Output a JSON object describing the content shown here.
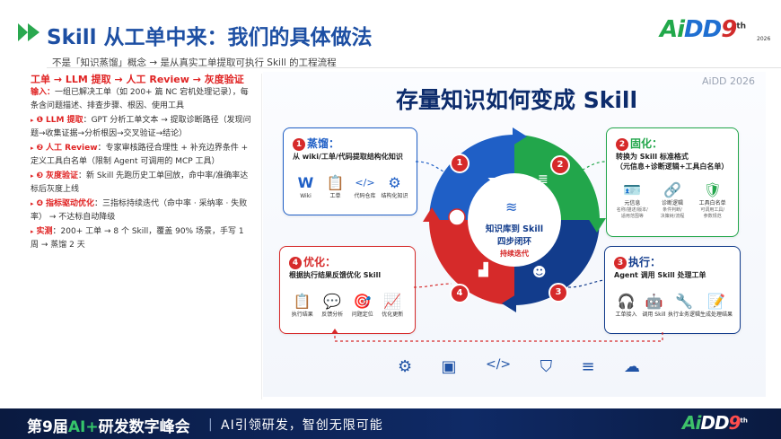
{
  "header": {
    "title": "Skill 从工单中来：我们的具体做法",
    "subtitle": "不是「知识蒸馏」概念 → 是从真实工单提取可执行 Skill 的工程流程",
    "logo_ai": "Ai",
    "logo_dd": "DD",
    "logo_nine": "9",
    "logo_th": "th",
    "logo_year": "2026",
    "accent_color": "#1d4fa3"
  },
  "left": {
    "heading": "工单 → LLM 提取 → 人工 Review → 灰度验证",
    "input_label": "输入：",
    "input_text": "一组已解决工单（如 200+ 篇 NC 宕机处理记录），每条含问题描述、排查步骤、根因、使用工具",
    "steps": [
      {
        "num": "❶",
        "label": "LLM 提取",
        "text": "：GPT 分析工单文本 → 提取诊断路径（发现问题→收集证据→分析根因→交叉验证→结论）"
      },
      {
        "num": "❷",
        "label": "人工 Review",
        "text": "：专家审核路径合理性 + 补充边界条件 + 定义工具白名单（限制 Agent 可调用的 MCP 工具）"
      },
      {
        "num": "❸",
        "label": "灰度验证",
        "text": "：新 Skill 先跑历史工单回放，命中率/准确率达标后灰度上线"
      },
      {
        "num": "❹",
        "label": "指标驱动优化",
        "text": "：三指标持续迭代（命中率 · 采纳率 · 失败率） → 不达标自动降级"
      }
    ],
    "result_label": "实测",
    "result_text": "：200+ 工单 → 8 个 Skill，覆盖 90% 场景，手写 1 周 → 蒸馏 2 天"
  },
  "figure": {
    "title": "存量知识如何变成 Skill",
    "tag": "AiDD 2026",
    "center": {
      "line1": "知识库到 Skill",
      "line2": "四步闭环",
      "line3": "持续迭代"
    },
    "ring_numbers": [
      "1",
      "2",
      "3",
      "4"
    ],
    "colors": {
      "blue": "#1f5fc6",
      "green": "#22a64b",
      "navy": "#123c8c",
      "red": "#d62a2a"
    },
    "cards": [
      {
        "num": "1",
        "title": "蒸馏：",
        "desc": "从 wiki/工单/代码提取结构化知识",
        "icons": [
          {
            "sym": "W",
            "label": "Wiki"
          },
          {
            "sym": "📋",
            "label": "工单"
          },
          {
            "sym": "</>",
            "label": "代码仓库"
          },
          {
            "sym": "⚙",
            "label": "结构化知识"
          }
        ]
      },
      {
        "num": "2",
        "title": "固化：",
        "desc": "转换为 Skill 标准格式",
        "desc2": "（元信息+诊断逻辑+工具白名单）",
        "icons": [
          {
            "sym": "🪪",
            "label": "元信息",
            "sub1": "名称/描述/版本/",
            "sub2": "适用范围等"
          },
          {
            "sym": "🔗",
            "label": "诊断逻辑",
            "sub1": "条件判断/",
            "sub2": "决策树/流程"
          },
          {
            "sym": "🛡",
            "label": "工具白名单",
            "sub1": "可调用工具/",
            "sub2": "参数规范"
          }
        ]
      },
      {
        "num": "3",
        "title": "执行：",
        "desc": "Agent 调用 Skill 处理工单",
        "icons": [
          {
            "sym": "🎧",
            "label": "工单接入"
          },
          {
            "sym": "🤖",
            "label": "调用 Skill"
          },
          {
            "sym": "🔧",
            "label": "执行业务逻辑"
          },
          {
            "sym": "📝",
            "label": "生成处理结果"
          }
        ]
      },
      {
        "num": "4",
        "title": "优化：",
        "desc": "根据执行结果反馈优化 Skill",
        "icons": [
          {
            "sym": "📋",
            "label": "执行结果"
          },
          {
            "sym": "💬",
            "label": "反馈分析"
          },
          {
            "sym": "🎯",
            "label": "问题定位"
          },
          {
            "sym": "📈",
            "label": "优化更新"
          }
        ]
      }
    ],
    "bottom_icons": [
      "gear-icon",
      "chip-icon",
      "code-icon",
      "shield-icon",
      "database-icon",
      "cloud-icon"
    ]
  },
  "footer": {
    "conf_prefix": "第9届",
    "conf_ai": "AI+",
    "conf_suffix": "研发数字峰会",
    "separator": "|",
    "slogan": "AI引领研发，智创无限可能",
    "logo_ai": "Ai",
    "logo_dd": "DD",
    "logo_nine": "9",
    "logo_th": "th"
  }
}
